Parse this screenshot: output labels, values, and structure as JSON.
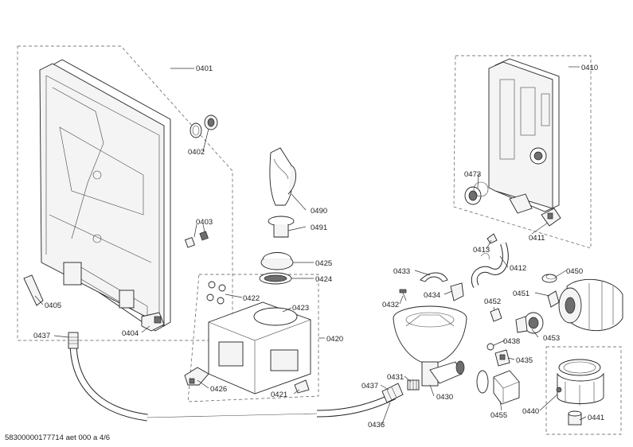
{
  "labels": {
    "p0401": "0401",
    "p0402": "0402",
    "p0403": "0403",
    "p0404": "0404",
    "p0405": "0405",
    "p0437a": "0437",
    "p0490": "0490",
    "p0491": "0491",
    "p0425": "0425",
    "p0424": "0424",
    "p0422": "0422",
    "p0423": "0423",
    "p0420": "0420",
    "p0426": "0426",
    "p0421": "0421",
    "p0437b": "0437",
    "p0436": "0436",
    "p0431": "0431",
    "p0430": "0430",
    "p0433": "0433",
    "p0432": "0432",
    "p0434": "0434",
    "p0413": "0413",
    "p0412": "0412",
    "p0410": "0410",
    "p0473": "0473",
    "p0411": "0411",
    "p0450": "0450",
    "p0451": "0451",
    "p0452": "0452",
    "p0453": "0453",
    "p0438": "0438",
    "p0435": "0435",
    "p0455": "0455",
    "p0440": "0440",
    "p0441": "0441"
  },
  "footer": "58300000177714 aet 000 a 4/6"
}
